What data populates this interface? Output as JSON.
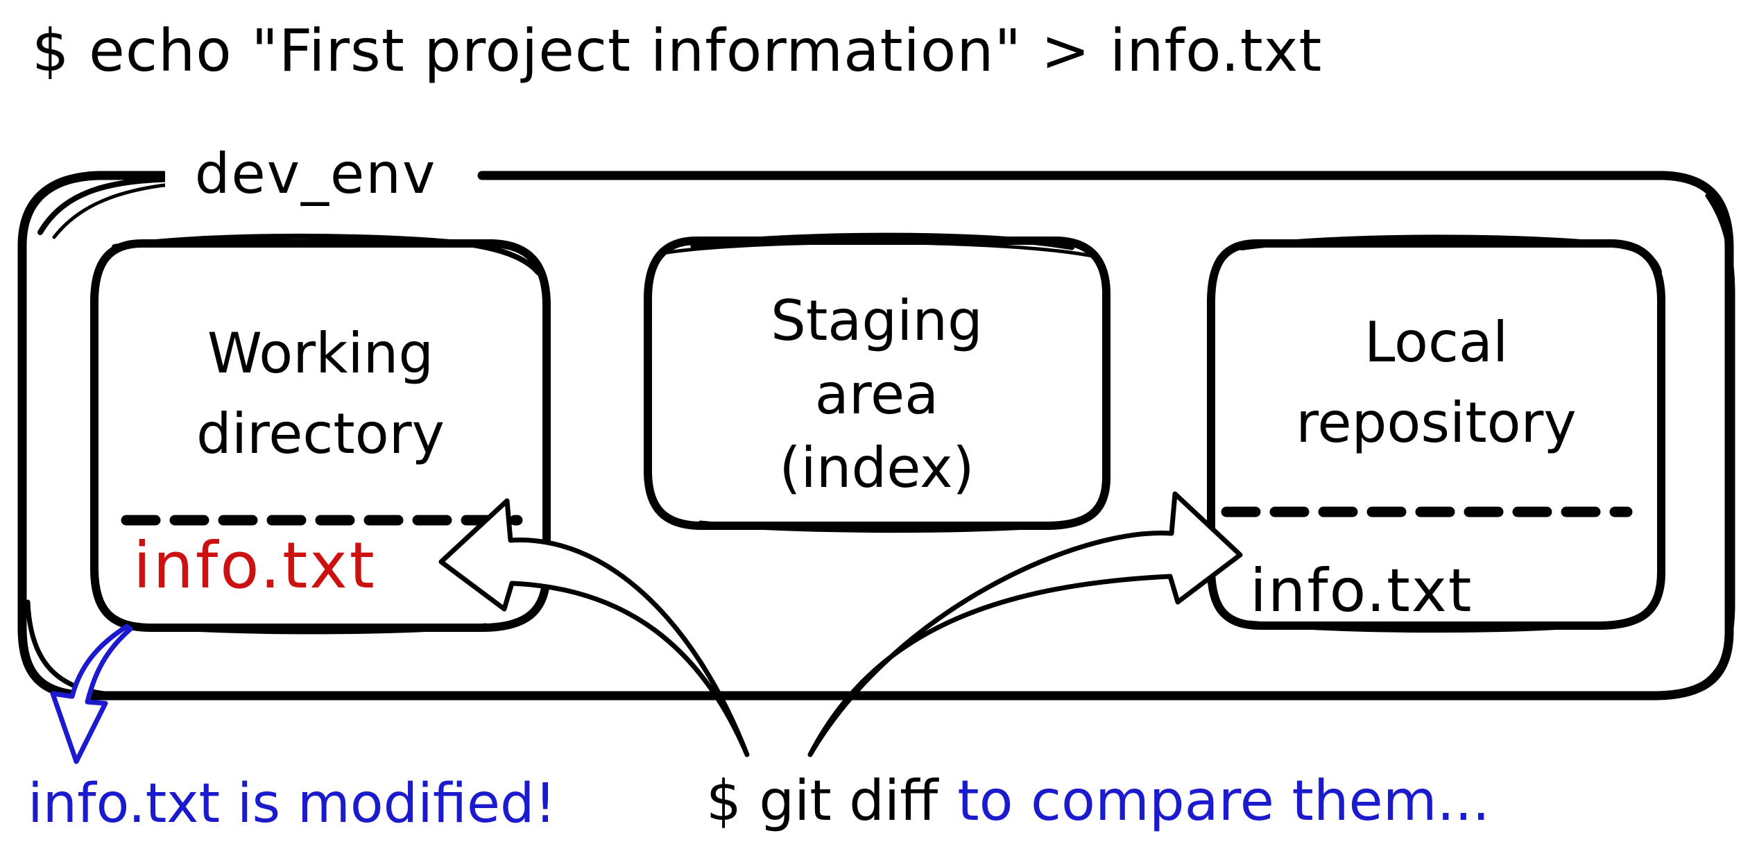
{
  "top_command": "$ echo \"First project information\" > info.txt",
  "container": {
    "label": "dev_env"
  },
  "boxes": {
    "working": {
      "title": "Working\ndirectory",
      "file": "info.txt",
      "file_state": "modified"
    },
    "staging": {
      "title": "Staging\narea\n(index)"
    },
    "local": {
      "title": "Local\nrepository",
      "file": "info.txt"
    }
  },
  "annotations": {
    "modified_note": "info.txt is modified!",
    "diff_command": "$ git diff",
    "diff_note": "to compare them..."
  },
  "colors": {
    "ink": "#000000",
    "modified_file": "#cc1111",
    "annotation_blue": "#1b1bcd"
  }
}
